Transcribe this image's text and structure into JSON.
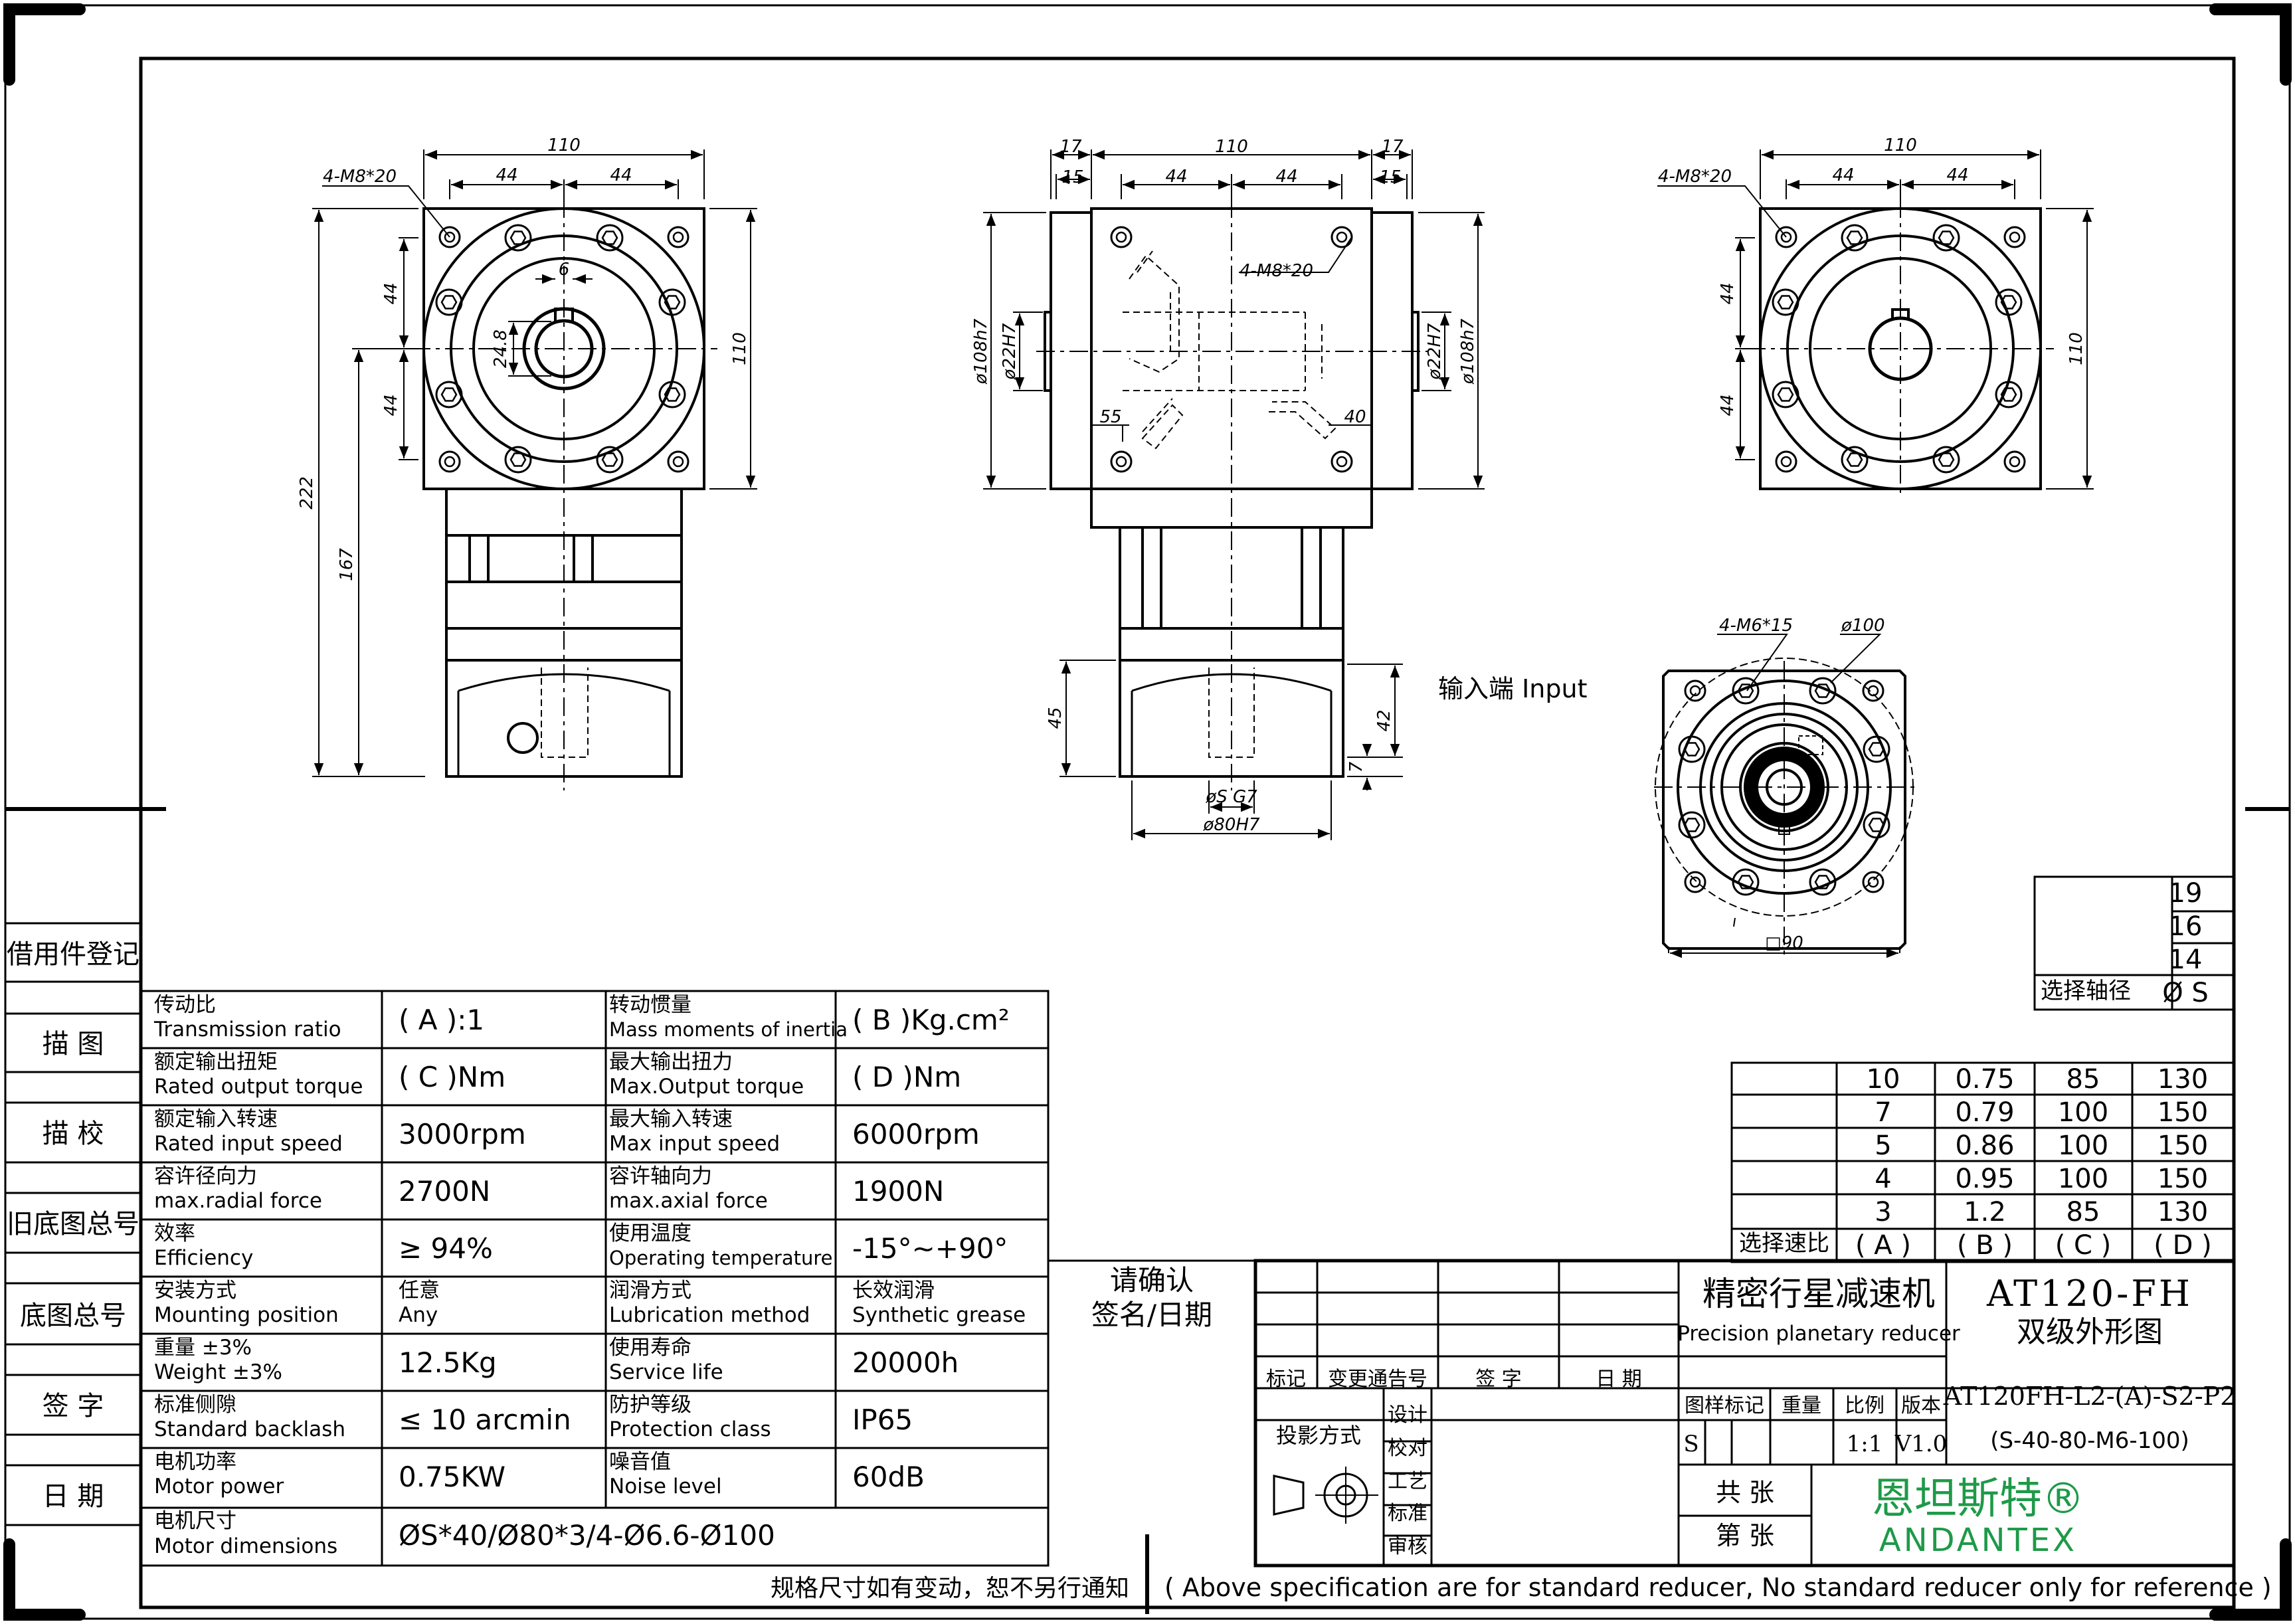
{
  "dims": {
    "front": {
      "d110": "110",
      "d44a": "44",
      "d44b": "44",
      "hole": "4-M8*20",
      "v44a": "44",
      "v44b": "44",
      "v110": "110",
      "keyw": "6",
      "keyh": "24.8",
      "v222": "222",
      "v167": "167"
    },
    "side": {
      "d17a": "17",
      "d110": "110",
      "d17b": "17",
      "d15a": "15",
      "d44a": "44",
      "d44b": "44",
      "d15b": "15",
      "hole": "4-M8*20",
      "dia108a": "ø108h7",
      "dia22a": "ø22H7",
      "dia22b": "ø22H7",
      "dia108b": "ø108h7",
      "d55": "55",
      "d40": "40",
      "v45": "45",
      "v42": "42",
      "v7": "7",
      "s": "øS G7",
      "d80": "ø80H7"
    },
    "right": {
      "d110": "110",
      "hole": "4-M8*20",
      "d44a": "44",
      "d44b": "44",
      "v44a": "44",
      "v44b": "44",
      "v110": "110"
    },
    "input": {
      "hole": "4-M6*15",
      "dia": "ø100",
      "sq": "□90"
    }
  },
  "input_label": "输入端 Input",
  "shaft_table": {
    "rows": [
      "19",
      "16",
      "14"
    ],
    "label": "选择轴径",
    "value": "Ø S"
  },
  "ratio_table": {
    "rows": [
      [
        "10",
        "0.75",
        "85",
        "130"
      ],
      [
        "7",
        "0.79",
        "100",
        "150"
      ],
      [
        "5",
        "0.86",
        "100",
        "150"
      ],
      [
        "4",
        "0.95",
        "100",
        "150"
      ],
      [
        "3",
        "1.2",
        "85",
        "130"
      ]
    ],
    "label": "选择速比",
    "headers": [
      "( A )",
      "( B )",
      "( C )",
      "( D )"
    ]
  },
  "left_strip": [
    "借用件登记",
    "描 图",
    "描 校",
    "旧底图总号",
    "底图总号",
    "签 字",
    "日 期"
  ],
  "specs": [
    {
      "cn1": "传动比",
      "en1": "Transmission ratio",
      "v1": "( A ):1",
      "cn2": "转动惯量",
      "en2": "Mass moments of inertia",
      "v2": "( B )Kg.cm²"
    },
    {
      "cn1": "额定输出扭矩",
      "en1": "Rated output torque",
      "v1": "( C )Nm",
      "cn2": "最大输出扭力",
      "en2": "Max.Output torque",
      "v2": "( D )Nm"
    },
    {
      "cn1": "额定输入转速",
      "en1": "Rated input speed",
      "v1": "3000rpm",
      "cn2": "最大输入转速",
      "en2": "Max input speed",
      "v2": "6000rpm"
    },
    {
      "cn1": "容许径向力",
      "en1": "max.radial force",
      "v1": "2700N",
      "cn2": "容许轴向力",
      "en2": "max.axial force",
      "v2": "1900N"
    },
    {
      "cn1": "效率",
      "en1": "Efficiency",
      "v1": "≥ 94%",
      "cn2": "使用温度",
      "en2": "Operating temperature",
      "v2": "-15°~+90°"
    },
    {
      "cn1": "安装方式",
      "en1": "Mounting position",
      "v1": "任意\nAny",
      "cn2": "润滑方式",
      "en2": "Lubrication method",
      "v2": "长效润滑\nSynthetic grease"
    },
    {
      "cn1": "重量 ±3%",
      "en1": "Weight ±3%",
      "v1": "12.5Kg",
      "cn2": "使用寿命",
      "en2": "Service life",
      "v2": "20000h"
    },
    {
      "cn1": "标准侧隙",
      "en1": "Standard backlash",
      "v1": "≤ 10 arcmin",
      "cn2": "防护等级",
      "en2": "Protection class",
      "v2": "IP65"
    },
    {
      "cn1": "电机功率",
      "en1": "Motor power",
      "v1": "0.75KW",
      "cn2": "噪音值",
      "en2": "Noise level",
      "v2": "60dB"
    }
  ],
  "motor_dims": {
    "cn": "电机尺寸",
    "en": "Motor dimensions",
    "value": "ØS*40/Ø80*3/4-Ø6.6-Ø100"
  },
  "confirm": {
    "line1": "请确认",
    "line2": "签名/日期"
  },
  "title_block": {
    "product_cn": "精密行星减速机",
    "product_en": "Precision planetary reducer",
    "model": "AT120-FH",
    "drawing_name": "双级外形图",
    "col_labels": [
      "标记",
      "变更通告号",
      "签 字",
      "日 期"
    ],
    "attr_labels": [
      "图样标记",
      "重量",
      "比例",
      "版本"
    ],
    "mark": "S",
    "scale": "1:1",
    "version": "V1.0",
    "part_no": "AT120FH-L2-(A)-S2-P2",
    "motor_code": "(S-40-80-M6-100)",
    "projection": "投影方式",
    "roles": [
      "设计",
      "校对",
      "工艺",
      "标准",
      "审核"
    ],
    "total_sheets": "共 张",
    "sheet_no": "第 张",
    "brand_cn": "恩坦斯特®",
    "brand_en": "ANDANTEX"
  },
  "footer": {
    "cn": "规格尺寸如有变动，恕不另行通知",
    "en": "( Above specification are for standard reducer, No standard reducer only for reference )"
  },
  "colors": {
    "brand": "#1e9a48",
    "line": "#000000"
  }
}
